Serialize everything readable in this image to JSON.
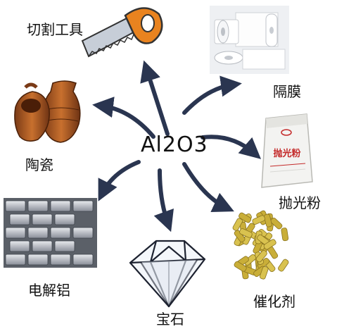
{
  "center": {
    "label": "Al2O3"
  },
  "uses": [
    {
      "id": "cutting-tools",
      "label": "切割工具",
      "icon": "saw-icon"
    },
    {
      "id": "separator",
      "label": "隔膜",
      "icon": "film-roll-icon"
    },
    {
      "id": "polishing-powder",
      "label": "抛光粉",
      "icon": "powder-bag-icon",
      "bag_text": "抛光粉"
    },
    {
      "id": "catalyst",
      "label": "催化剂",
      "icon": "catalyst-pellets-icon"
    },
    {
      "id": "gemstone",
      "label": "宝石",
      "icon": "diamond-icon"
    },
    {
      "id": "electrolytic-aluminum",
      "label": "电解铝",
      "icon": "aluminum-ingots-icon"
    },
    {
      "id": "ceramics",
      "label": "陶瓷",
      "icon": "pottery-icon"
    }
  ],
  "colors": {
    "arrow": "#2a3550",
    "text": "#111111"
  }
}
